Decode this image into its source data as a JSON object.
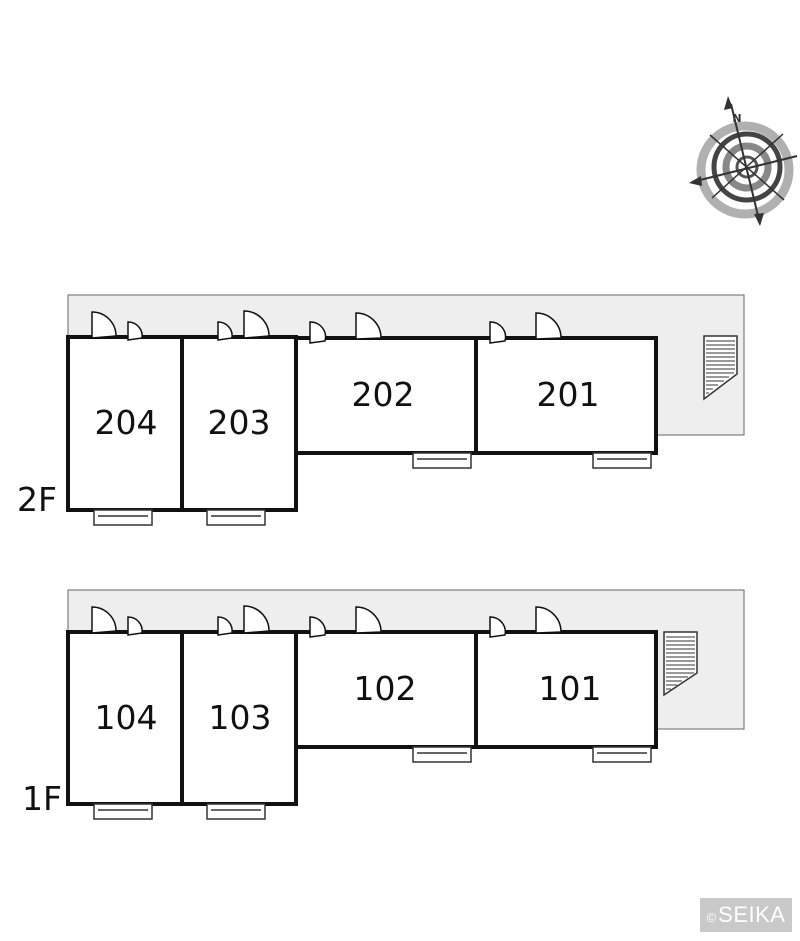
{
  "compass": {
    "north_label": "N"
  },
  "floors": [
    {
      "id": "2F",
      "label": "2F",
      "rooms": [
        "204",
        "203",
        "202",
        "201"
      ]
    },
    {
      "id": "1F",
      "label": "1F",
      "rooms": [
        "104",
        "103",
        "102",
        "101"
      ]
    }
  ],
  "copyright": {
    "symbol": "©",
    "text": "SEIKA"
  },
  "colors": {
    "corridor": "#eeeeee",
    "walls": "#111111",
    "compass_gray": "#aaaaaa",
    "badge": "#c9c9c9"
  }
}
